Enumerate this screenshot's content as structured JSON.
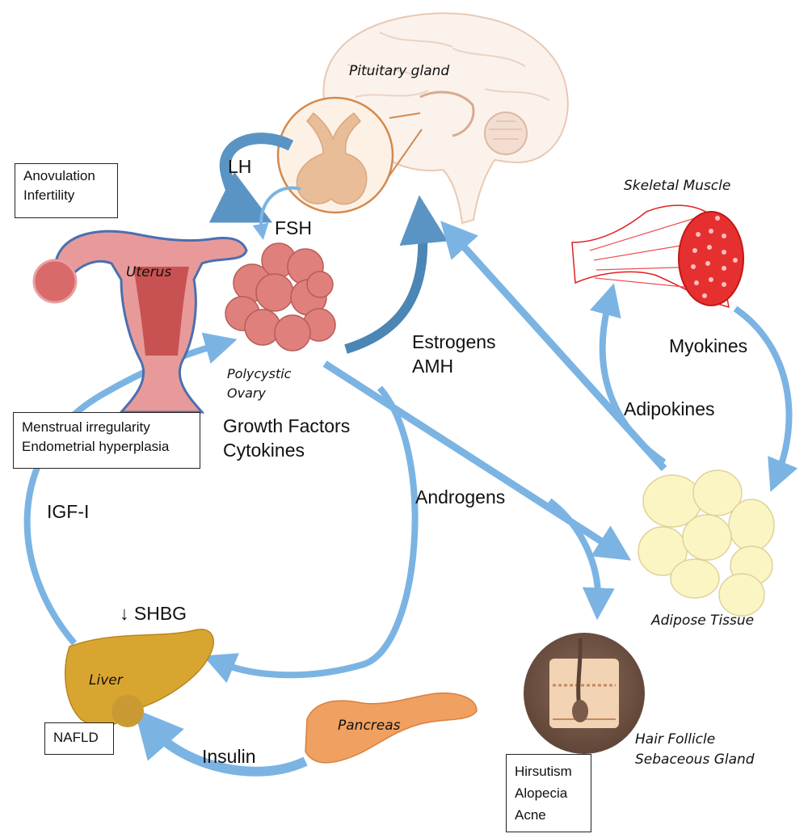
{
  "organs": {
    "pituitary": "Pituitary gland",
    "uterus": "Uterus",
    "ovary": "Polycystic Ovary",
    "skeletal_muscle": "Skeletal Muscle",
    "adipose": "Adipose Tissue",
    "liver": "Liver",
    "pancreas": "Pancreas",
    "hair_follicle": "Hair Follicle",
    "sebaceous_gland": "Sebaceous Gland"
  },
  "signals": {
    "lh": "LH",
    "fsh": "FSH",
    "estrogens": "Estrogens",
    "amh": "AMH",
    "growth_factors": "Growth Factors",
    "cytokines": "Cytokines",
    "androgens": "Androgens",
    "igf": "IGF-I",
    "shbg": "↓ SHBG",
    "insulin": "Insulin",
    "myokines": "Myokines",
    "adipokines": "Adipokines"
  },
  "outcomes": {
    "ovulation": [
      "Anovulation",
      "Infertility"
    ],
    "endometrium": [
      "Menstrual irregularity",
      "Endometrial hyperplasia"
    ],
    "liver": [
      "NAFLD"
    ],
    "skin": [
      "Hirsutism",
      "Alopecia",
      "Acne"
    ]
  },
  "colors": {
    "arrow": "#7bb4e3",
    "arrow_dark": "#4b86b4",
    "uterus": "#d96a6a",
    "ovary": "#e0807c",
    "liver": "#d9a531",
    "pancreas": "#f0a060",
    "fat": "#f8f1b8",
    "muscle": "#e02020",
    "hair_bg": "#7a5a4a"
  }
}
